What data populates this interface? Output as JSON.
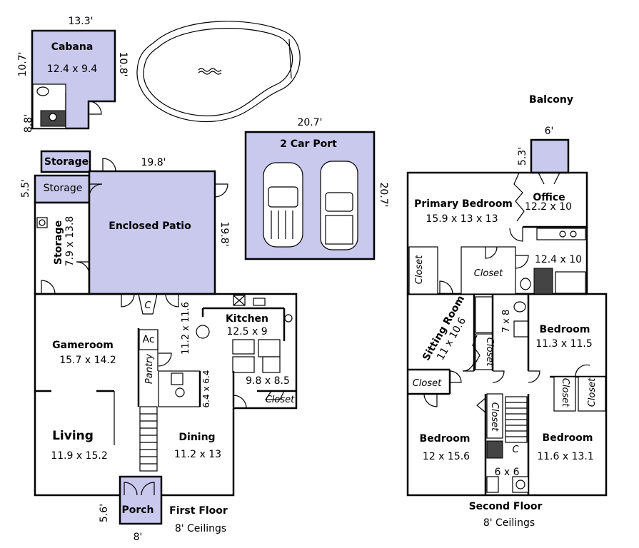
{
  "first_floor": {
    "title": "First Floor",
    "ceilings": "8' Ceilings",
    "rooms": {
      "cabana": {
        "name": "Cabana",
        "size": "12.4 x 9.4"
      },
      "storage_top": {
        "name": "Storage"
      },
      "storage_left": {
        "name": "Storage"
      },
      "storage_side": {
        "name": "Storage",
        "size": "7.9 x 13.8"
      },
      "enclosed_patio": {
        "name": "Enclosed Patio"
      },
      "car_port": {
        "name": "2 Car Port"
      },
      "kitchen": {
        "name": "Kitchen",
        "size": "12.5 x 9"
      },
      "gameroom": {
        "name": "Gameroom",
        "size": "15.7 x 14.2"
      },
      "living": {
        "name": "Living",
        "size": "11.9 x 15.2"
      },
      "dining": {
        "name": "Dining",
        "size": "11.2 x 13"
      },
      "porch": {
        "name": "Porch"
      },
      "pantry": {
        "name": "Pantry"
      },
      "ac": {
        "name": "Ac"
      },
      "closet_c": {
        "name": "C"
      },
      "closet": {
        "name": "Closet"
      }
    },
    "dims": {
      "cabana_w": "13.3'",
      "cabana_h_left": "10.7'",
      "cabana_h_right": "10.8'",
      "cabana_lower": "8.8'",
      "storage_h": "5.5'",
      "patio_w": "19.8'",
      "patio_h": "19.8'",
      "carport_w": "20.7'",
      "carport_h": "20.7'",
      "hall": "11.2 x 11.6",
      "bath": "6.4 x 6.4",
      "laundry": "9.8 x 8.5",
      "porch_h": "5.6'",
      "porch_w": "8'"
    }
  },
  "second_floor": {
    "title": "Second Floor",
    "ceilings": "8' Ceilings",
    "balcony": "Balcony",
    "balcony_w": "6'",
    "balcony_h": "5.3'",
    "rooms": {
      "primary_bedroom": {
        "name": "Primary Bedroom",
        "size": "15.9 x 13 x 13"
      },
      "office": {
        "name": "Office",
        "size": "12.2 x 10"
      },
      "primary_bath": {
        "size": "12.4 x 10"
      },
      "closet_primary": {
        "name": "Closet"
      },
      "closet_left": {
        "name": "Closet"
      },
      "sitting_room": {
        "name": "Sitting Room",
        "size": "11 x 10.6"
      },
      "bath_mid": {
        "size": "7 x 8"
      },
      "closet_mid": {
        "name": "Closet"
      },
      "bedroom_right_top": {
        "name": "Bedroom",
        "size": "11.3 x 11.5"
      },
      "closet_lower_left": {
        "name": "Closet"
      },
      "closet_r1": {
        "name": "Closet"
      },
      "closet_r2": {
        "name": "Closet"
      },
      "closet_center": {
        "name": "Closet"
      },
      "bedroom_left": {
        "name": "Bedroom",
        "size": "12 x 15.6"
      },
      "bedroom_right": {
        "name": "Bedroom",
        "size": "11.6 x 13.1"
      },
      "closet_c": {
        "name": "C"
      },
      "half_bath": {
        "size": "6 x 6"
      }
    }
  },
  "colors": {
    "room_fill": "#c9c9ee",
    "wall": "#000000",
    "background": "#ffffff"
  }
}
